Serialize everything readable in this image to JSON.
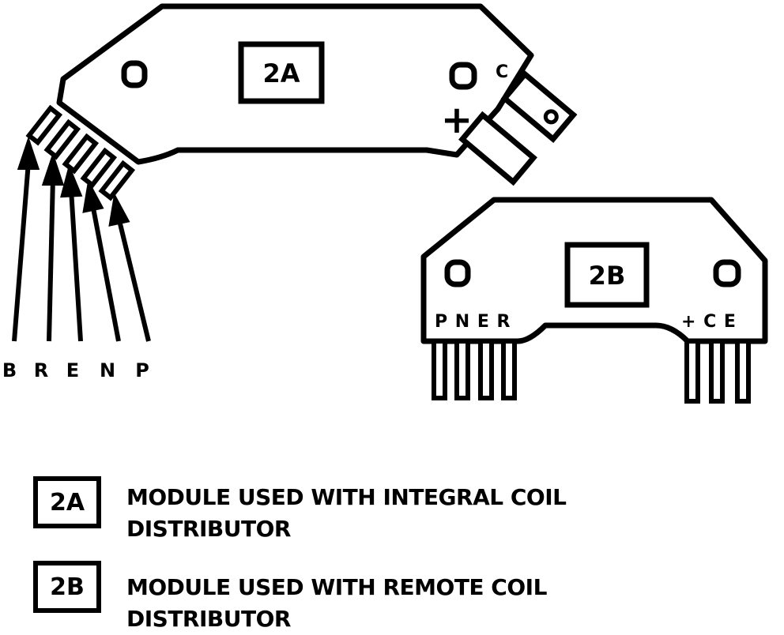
{
  "module_2a": {
    "badge": "2A",
    "terminal_c": "C",
    "terminal_plus": "+",
    "pin_labels": [
      "B",
      "R",
      "E",
      "N",
      "P"
    ]
  },
  "module_2b": {
    "badge": "2B",
    "left_pins": "P N E R",
    "right_pins": "+ C E"
  },
  "legend": [
    {
      "badge": "2A",
      "line1": "MODULE USED WITH INTEGRAL COIL",
      "line2": "DISTRIBUTOR"
    },
    {
      "badge": "2B",
      "line1": "MODULE USED WITH REMOTE COIL",
      "line2": "DISTRIBUTOR"
    }
  ]
}
